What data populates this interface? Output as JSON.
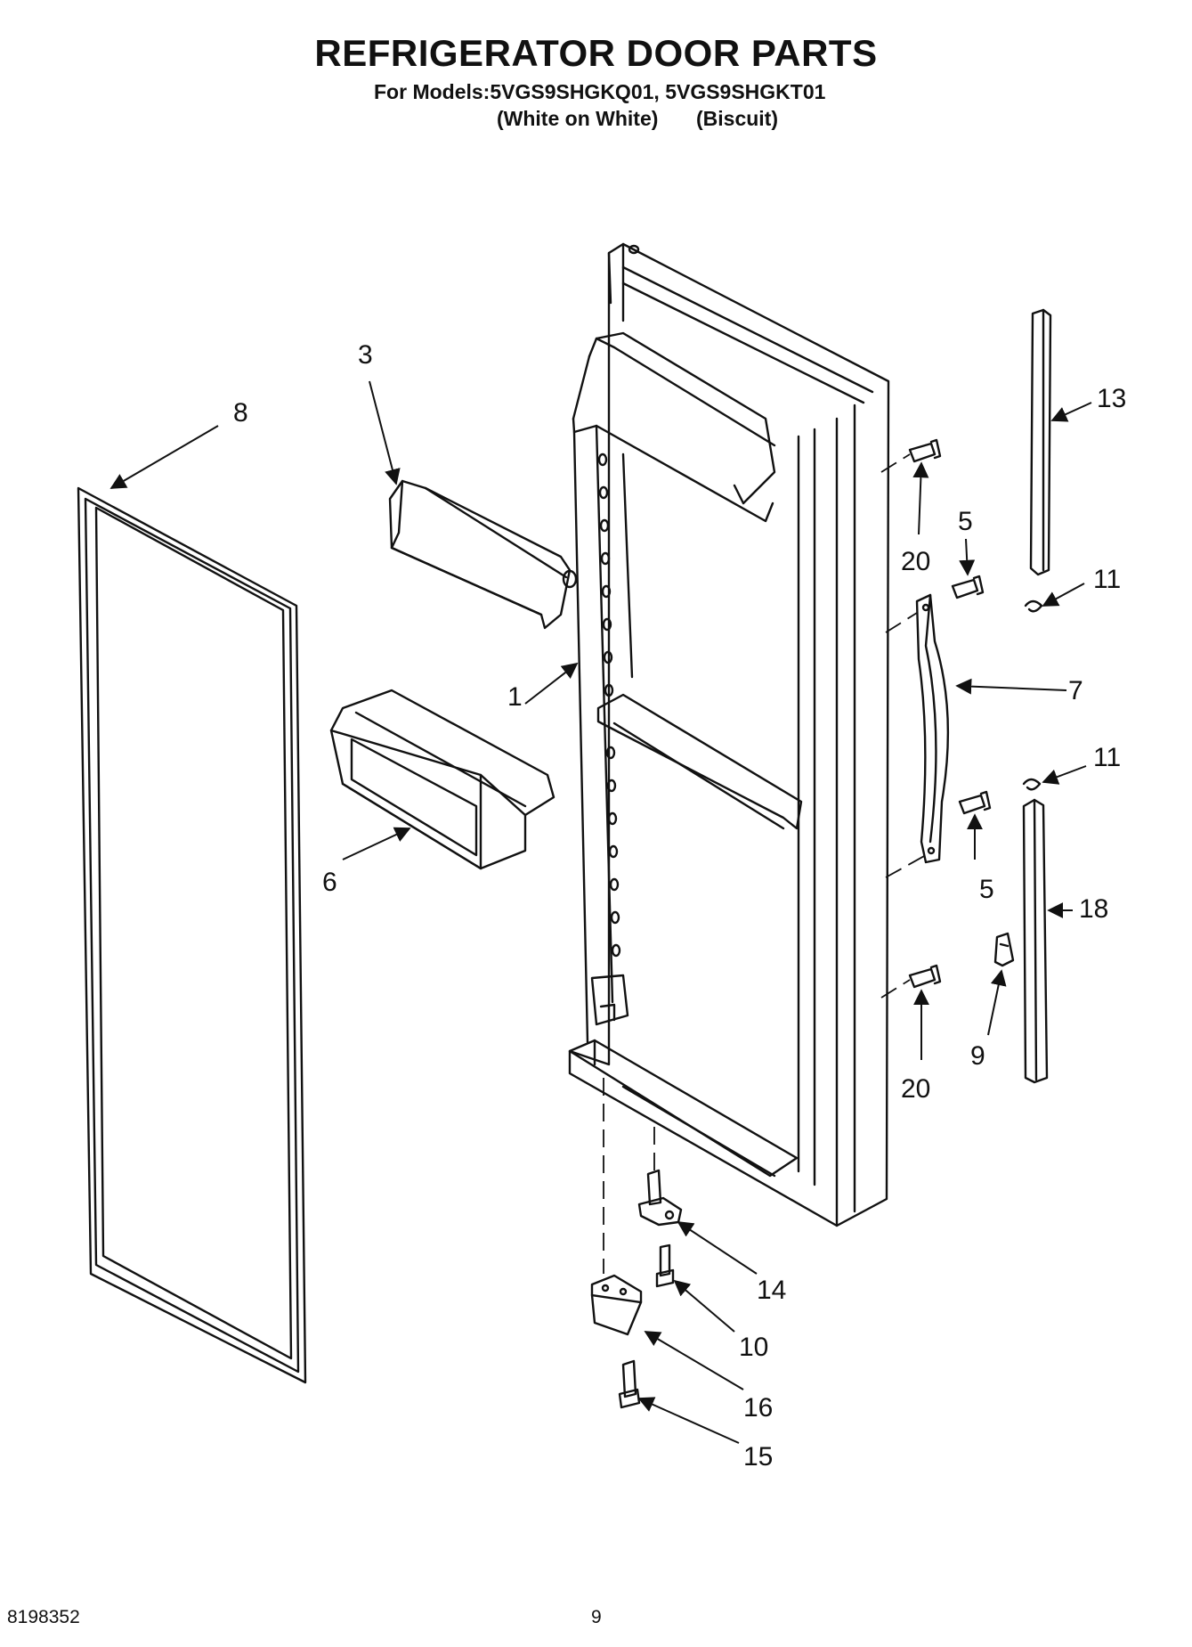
{
  "header": {
    "title": "REFRIGERATOR DOOR PARTS",
    "models_line": "For Models:5VGS9SHGKQ01, 5VGS9SHGKT01",
    "variant_1": "(White on White)",
    "variant_2": "(Biscuit)"
  },
  "callouts": {
    "c1": "1",
    "c3": "3",
    "c5a": "5",
    "c5b": "5",
    "c6": "6",
    "c7": "7",
    "c8": "8",
    "c9": "9",
    "c10": "10",
    "c11a": "11",
    "c11b": "11",
    "c13": "13",
    "c14": "14",
    "c15": "15",
    "c16": "16",
    "c18": "18",
    "c20a": "20",
    "c20b": "20"
  },
  "footer": {
    "doc_number": "8198352",
    "page_number": "9"
  }
}
